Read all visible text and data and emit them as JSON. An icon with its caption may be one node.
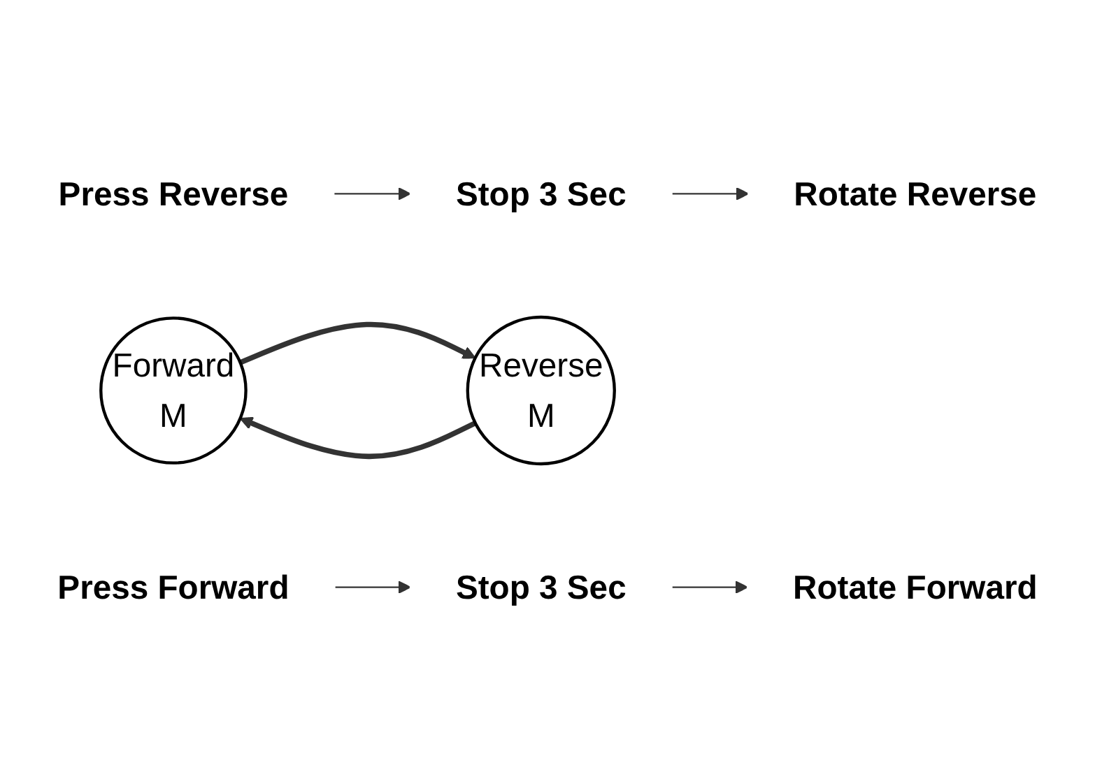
{
  "diagram": {
    "nodes": [
      {
        "text": [
          "Press Reverse"
        ]
      },
      {
        "text": [
          "Stop 3 Sec"
        ]
      },
      {
        "text": [
          "Rotate Reverse"
        ]
      },
      {
        "text": [
          "Forward",
          "M"
        ]
      },
      {
        "text": [
          "Reverse",
          "M"
        ]
      },
      {
        "text": [
          "Rotate Forward"
        ]
      },
      {
        "text": [
          "Stop 3 Sec"
        ]
      },
      {
        "text": [
          "Press Forward"
        ]
      }
    ],
    "edges": [
      {
        "from": 0,
        "to": 1,
        "arrow": "to"
      },
      {
        "from": 1,
        "to": 2,
        "arrow": "to"
      },
      {
        "from": 3,
        "to": 4,
        "arrow": "to",
        "style": "thick"
      },
      {
        "from": 4,
        "to": 3,
        "arrow": "to",
        "style": "thick"
      },
      {
        "from": 7,
        "to": 6,
        "arrow": "to"
      },
      {
        "from": 6,
        "to": 5,
        "arrow": "to"
      }
    ]
  }
}
